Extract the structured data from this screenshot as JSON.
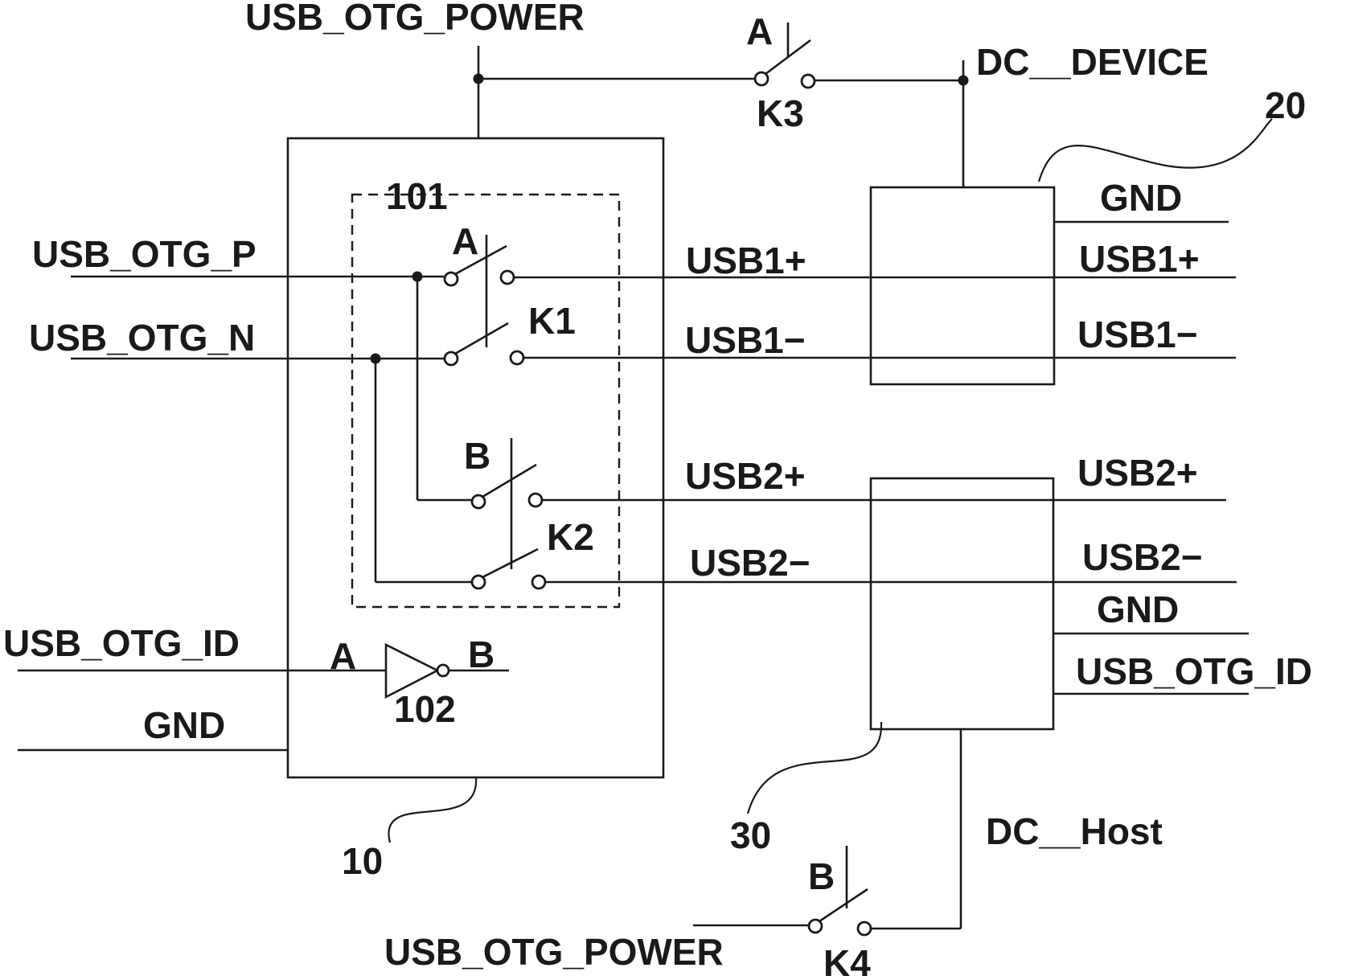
{
  "labels": {
    "usb_otg_power_top": "USB_OTG_POWER",
    "usb_otg_power_bottom": "USB_OTG_POWER",
    "dc_device": "DC__DEVICE",
    "dc_host": "DC__Host",
    "usb_otg_p": "USB_OTG_P",
    "usb_otg_n": "USB_OTG_N",
    "usb_otg_id_left": "USB_OTG_ID",
    "usb_otg_id_right": "USB_OTG_ID",
    "gnd_left": "GND",
    "gnd_conn20": "GND",
    "gnd_conn30": "GND",
    "usb1p_mid": "USB1+",
    "usb1n_mid": "USB1−",
    "usb2p_mid": "USB2+",
    "usb2n_mid": "USB2−",
    "usb1p_right": "USB1+",
    "usb1n_right": "USB1−",
    "usb2p_right": "USB2+",
    "usb2n_right": "USB2−",
    "switch_k1": "K1",
    "switch_k2": "K2",
    "switch_k3": "K3",
    "switch_k4": "K4",
    "ctrl_a_k1": "A",
    "ctrl_b_k2": "B",
    "ctrl_a_k3": "A",
    "ctrl_b_k4": "B",
    "inverter_in": "A",
    "inverter_out": "B",
    "ref_10": "10",
    "ref_20": "20",
    "ref_30": "30",
    "ref_101": "101",
    "ref_102": "102"
  }
}
